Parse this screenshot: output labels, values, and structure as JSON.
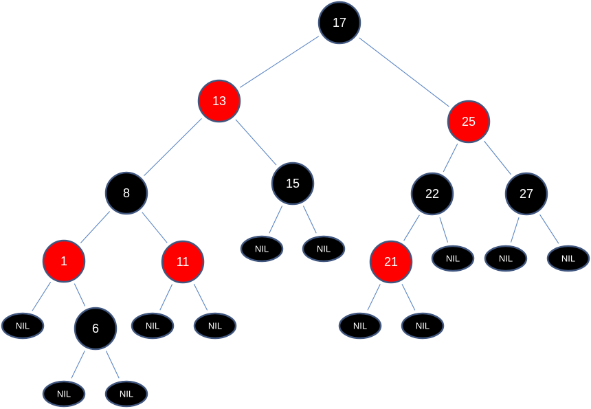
{
  "colors": {
    "red": "#ff0000",
    "black": "#000000",
    "outline": "#41577f",
    "edge": "#5b85c4",
    "text": "#ffffff"
  },
  "nodes": [
    {
      "id": "n17",
      "label": "17",
      "color": "black",
      "kind": "key"
    },
    {
      "id": "n13",
      "label": "13",
      "color": "red",
      "kind": "key"
    },
    {
      "id": "n25",
      "label": "25",
      "color": "red",
      "kind": "key"
    },
    {
      "id": "n8",
      "label": "8",
      "color": "black",
      "kind": "key"
    },
    {
      "id": "n15",
      "label": "15",
      "color": "black",
      "kind": "key"
    },
    {
      "id": "n22",
      "label": "22",
      "color": "black",
      "kind": "key"
    },
    {
      "id": "n27",
      "label": "27",
      "color": "black",
      "kind": "key"
    },
    {
      "id": "n1",
      "label": "1",
      "color": "red",
      "kind": "key"
    },
    {
      "id": "n11",
      "label": "11",
      "color": "red",
      "kind": "key"
    },
    {
      "id": "n21",
      "label": "21",
      "color": "red",
      "kind": "key"
    },
    {
      "id": "n6",
      "label": "6",
      "color": "black",
      "kind": "key"
    },
    {
      "id": "nil15a",
      "label": "NIL",
      "color": "black",
      "kind": "nil"
    },
    {
      "id": "nil15b",
      "label": "NIL",
      "color": "black",
      "kind": "nil"
    },
    {
      "id": "nil22",
      "label": "NIL",
      "color": "black",
      "kind": "nil"
    },
    {
      "id": "nil27a",
      "label": "NIL",
      "color": "black",
      "kind": "nil"
    },
    {
      "id": "nil27b",
      "label": "NIL",
      "color": "black",
      "kind": "nil"
    },
    {
      "id": "nil1",
      "label": "NIL",
      "color": "black",
      "kind": "nil"
    },
    {
      "id": "nil11a",
      "label": "NIL",
      "color": "black",
      "kind": "nil"
    },
    {
      "id": "nil11b",
      "label": "NIL",
      "color": "black",
      "kind": "nil"
    },
    {
      "id": "nil21a",
      "label": "NIL",
      "color": "black",
      "kind": "nil"
    },
    {
      "id": "nil21b",
      "label": "NIL",
      "color": "black",
      "kind": "nil"
    },
    {
      "id": "nil6a",
      "label": "NIL",
      "color": "black",
      "kind": "nil"
    },
    {
      "id": "nil6b",
      "label": "NIL",
      "color": "black",
      "kind": "nil"
    }
  ],
  "edges": [
    [
      "n17",
      "n13"
    ],
    [
      "n17",
      "n25"
    ],
    [
      "n13",
      "n8"
    ],
    [
      "n13",
      "n15"
    ],
    [
      "n25",
      "n22"
    ],
    [
      "n25",
      "n27"
    ],
    [
      "n8",
      "n1"
    ],
    [
      "n8",
      "n11"
    ],
    [
      "n15",
      "nil15a"
    ],
    [
      "n15",
      "nil15b"
    ],
    [
      "n22",
      "n21"
    ],
    [
      "n22",
      "nil22"
    ],
    [
      "n27",
      "nil27a"
    ],
    [
      "n27",
      "nil27b"
    ],
    [
      "n1",
      "nil1"
    ],
    [
      "n1",
      "n6"
    ],
    [
      "n11",
      "nil11a"
    ],
    [
      "n11",
      "nil11b"
    ],
    [
      "n21",
      "nil21a"
    ],
    [
      "n21",
      "nil21b"
    ],
    [
      "n6",
      "nil6a"
    ],
    [
      "n6",
      "nil6b"
    ]
  ]
}
